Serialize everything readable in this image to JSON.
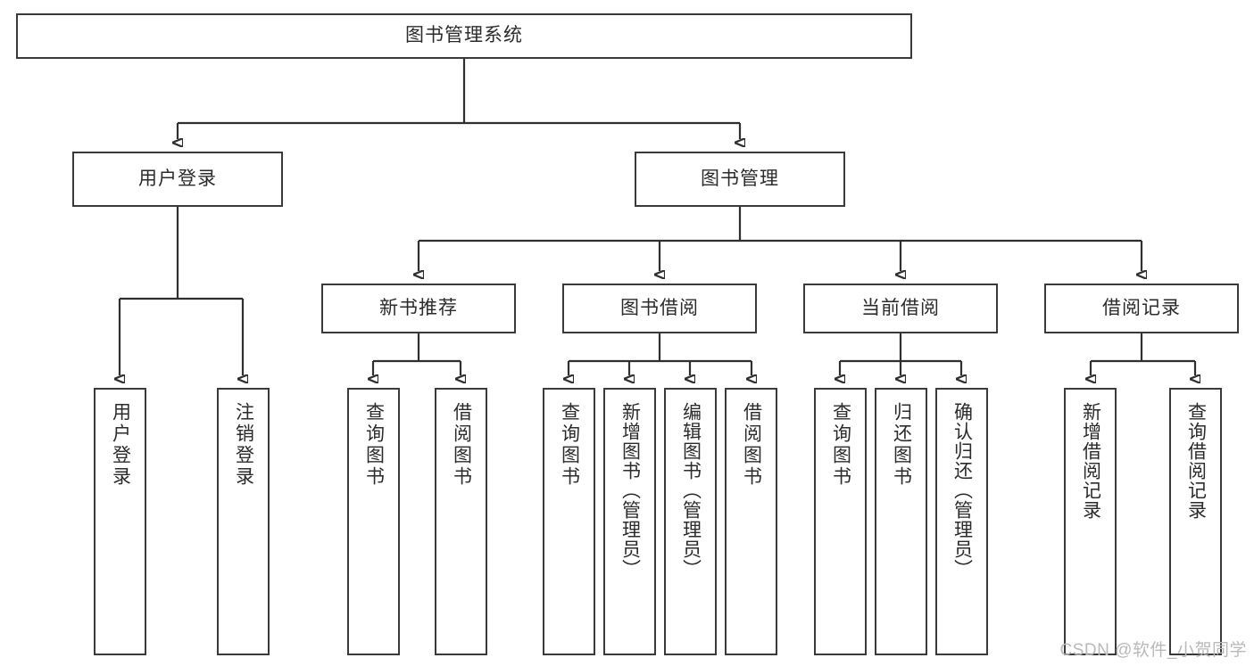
{
  "diagram": {
    "title": "图书管理系统",
    "type": "tree",
    "watermark": "CSDN @软件_小贺同学",
    "colors": {
      "box_border": "#3a3a3a",
      "connector": "#2f2f2f",
      "text": "#2b2b2b",
      "background": "#ffffff",
      "watermark": "#b9b9b9"
    },
    "root": {
      "label": "图书管理系统"
    },
    "level2": [
      {
        "label": "用户登录"
      },
      {
        "label": "图书管理"
      }
    ],
    "level3": [
      {
        "label": "新书推荐"
      },
      {
        "label": "图书借阅"
      },
      {
        "label": "当前借阅"
      },
      {
        "label": "借阅记录"
      }
    ],
    "leaves": {
      "user_login": [
        {
          "label": "用户登录"
        },
        {
          "label": "注销登录"
        }
      ],
      "new_book_recommend": [
        {
          "label": "查询图书"
        },
        {
          "label": "借阅图书"
        }
      ],
      "book_borrow": [
        {
          "label": "查询图书"
        },
        {
          "label": "新增图书（管理员）"
        },
        {
          "label": "编辑图书（管理员）"
        },
        {
          "label": "借阅图书"
        }
      ],
      "current_borrow": [
        {
          "label": "查询图书"
        },
        {
          "label": "归还图书"
        },
        {
          "label": "确认归还（管理员）"
        }
      ],
      "borrow_record": [
        {
          "label": "新增借阅记录"
        },
        {
          "label": "查询借阅记录"
        }
      ]
    }
  }
}
